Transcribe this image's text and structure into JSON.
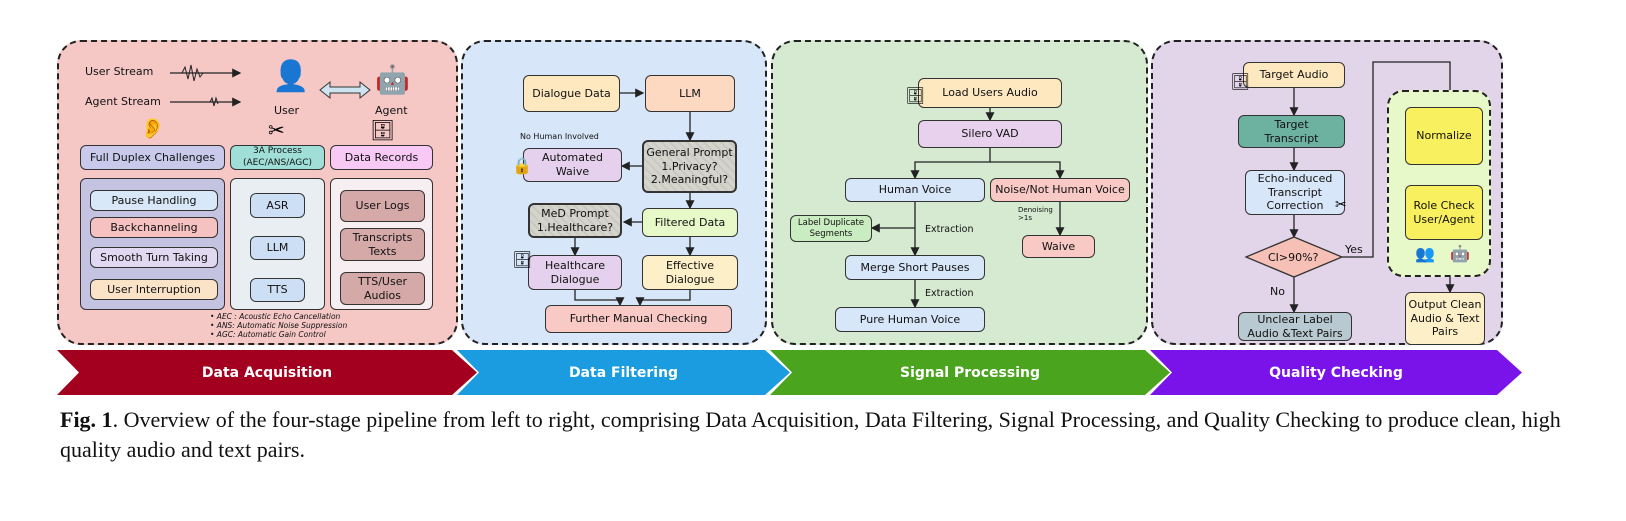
{
  "acq": {
    "user_stream": "User Stream",
    "agent_stream": "Agent Stream",
    "user": "User",
    "agent": "Agent",
    "h1": "Full Duplex Challenges",
    "h2": "3A Process\n(AEC/ANS/AGC)",
    "h3": "Data Records",
    "c1": [
      "Pause Handling",
      "Backchanneling",
      "Smooth Turn Taking",
      "User Interruption"
    ],
    "c2": [
      "ASR",
      "LLM",
      "TTS"
    ],
    "c3": [
      "User Logs",
      "Transcripts\nTexts",
      "TTS/User\nAudios"
    ],
    "notes": [
      "• AEC : Acoustic Echo Cancellation",
      "• ANS: Automatic Noise Suppression",
      "• AGC: Automatic Gain Control"
    ]
  },
  "filt": {
    "dialogue_data": "Dialogue Data",
    "llm": "LLM",
    "no_human": "No Human Involved",
    "automated_waive": "Automated\nWaive",
    "general_prompt": "General Prompt\n1.Privacy?\n2.Meaningful?",
    "med_prompt": "MeD Prompt\n1.Healthcare?",
    "filtered": "Filtered Data",
    "healthcare": "Healthcare\nDialogue",
    "effective": "Effective\nDialogue",
    "manual": "Further Manual Checking"
  },
  "sig": {
    "load": "Load Users Audio",
    "vad": "Silero VAD",
    "human": "Human Voice",
    "noise": "Noise/Not Human Voice",
    "dup": "Label Duplicate\nSegments",
    "extraction1": "Extraction",
    "denoise": "Denoising\n>1s",
    "waive": "Waive",
    "merge": "Merge Short Pauses",
    "extraction2": "Extraction",
    "pure": "Pure Human Voice"
  },
  "qual": {
    "target_audio": "Target Audio",
    "target_transcript": "Target\nTranscript",
    "echo": "Echo-induced\nTranscript\nCorrection",
    "ci": "CI>90%?",
    "yes": "Yes",
    "no": "No",
    "unclear": "Unclear Label\nAudio &Text Pairs",
    "normalize": "Normalize",
    "role": "Role Check\nUser/Agent",
    "output": "Output Clean\nAudio & Text\nPairs"
  },
  "stages": [
    {
      "label": "Data Acquisition",
      "color": "#a3001f"
    },
    {
      "label": "Data Filtering",
      "color": "#1b9ce0"
    },
    {
      "label": "Signal Processing",
      "color": "#4aa41e"
    },
    {
      "label": "Quality Checking",
      "color": "#7a12ea"
    }
  ],
  "caption": {
    "fig": "Fig. 1",
    "text": ". Overview of the four-stage pipeline from left to right, comprising Data Acquisition, Data Filtering, Signal Processing, and Quality Checking to produce clean, high quality audio and text pairs."
  }
}
